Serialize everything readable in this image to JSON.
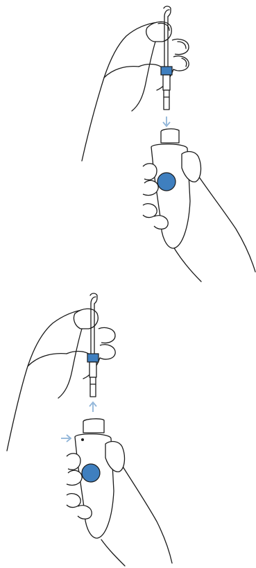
{
  "figure": {
    "steps": [
      {
        "step": "attach",
        "arrow_direction": "down",
        "side_arrow": false
      },
      {
        "step": "detach",
        "arrow_direction": "up",
        "side_arrow": true,
        "side_arrow_direction": "right"
      }
    ]
  },
  "colors": {
    "accent_blue": "#3f7fbf",
    "arrow_blue": "#8fb4d8",
    "outline": "#1a1a1a"
  },
  "icons": [
    "arrow-down-icon",
    "arrow-up-icon",
    "arrow-right-icon"
  ]
}
